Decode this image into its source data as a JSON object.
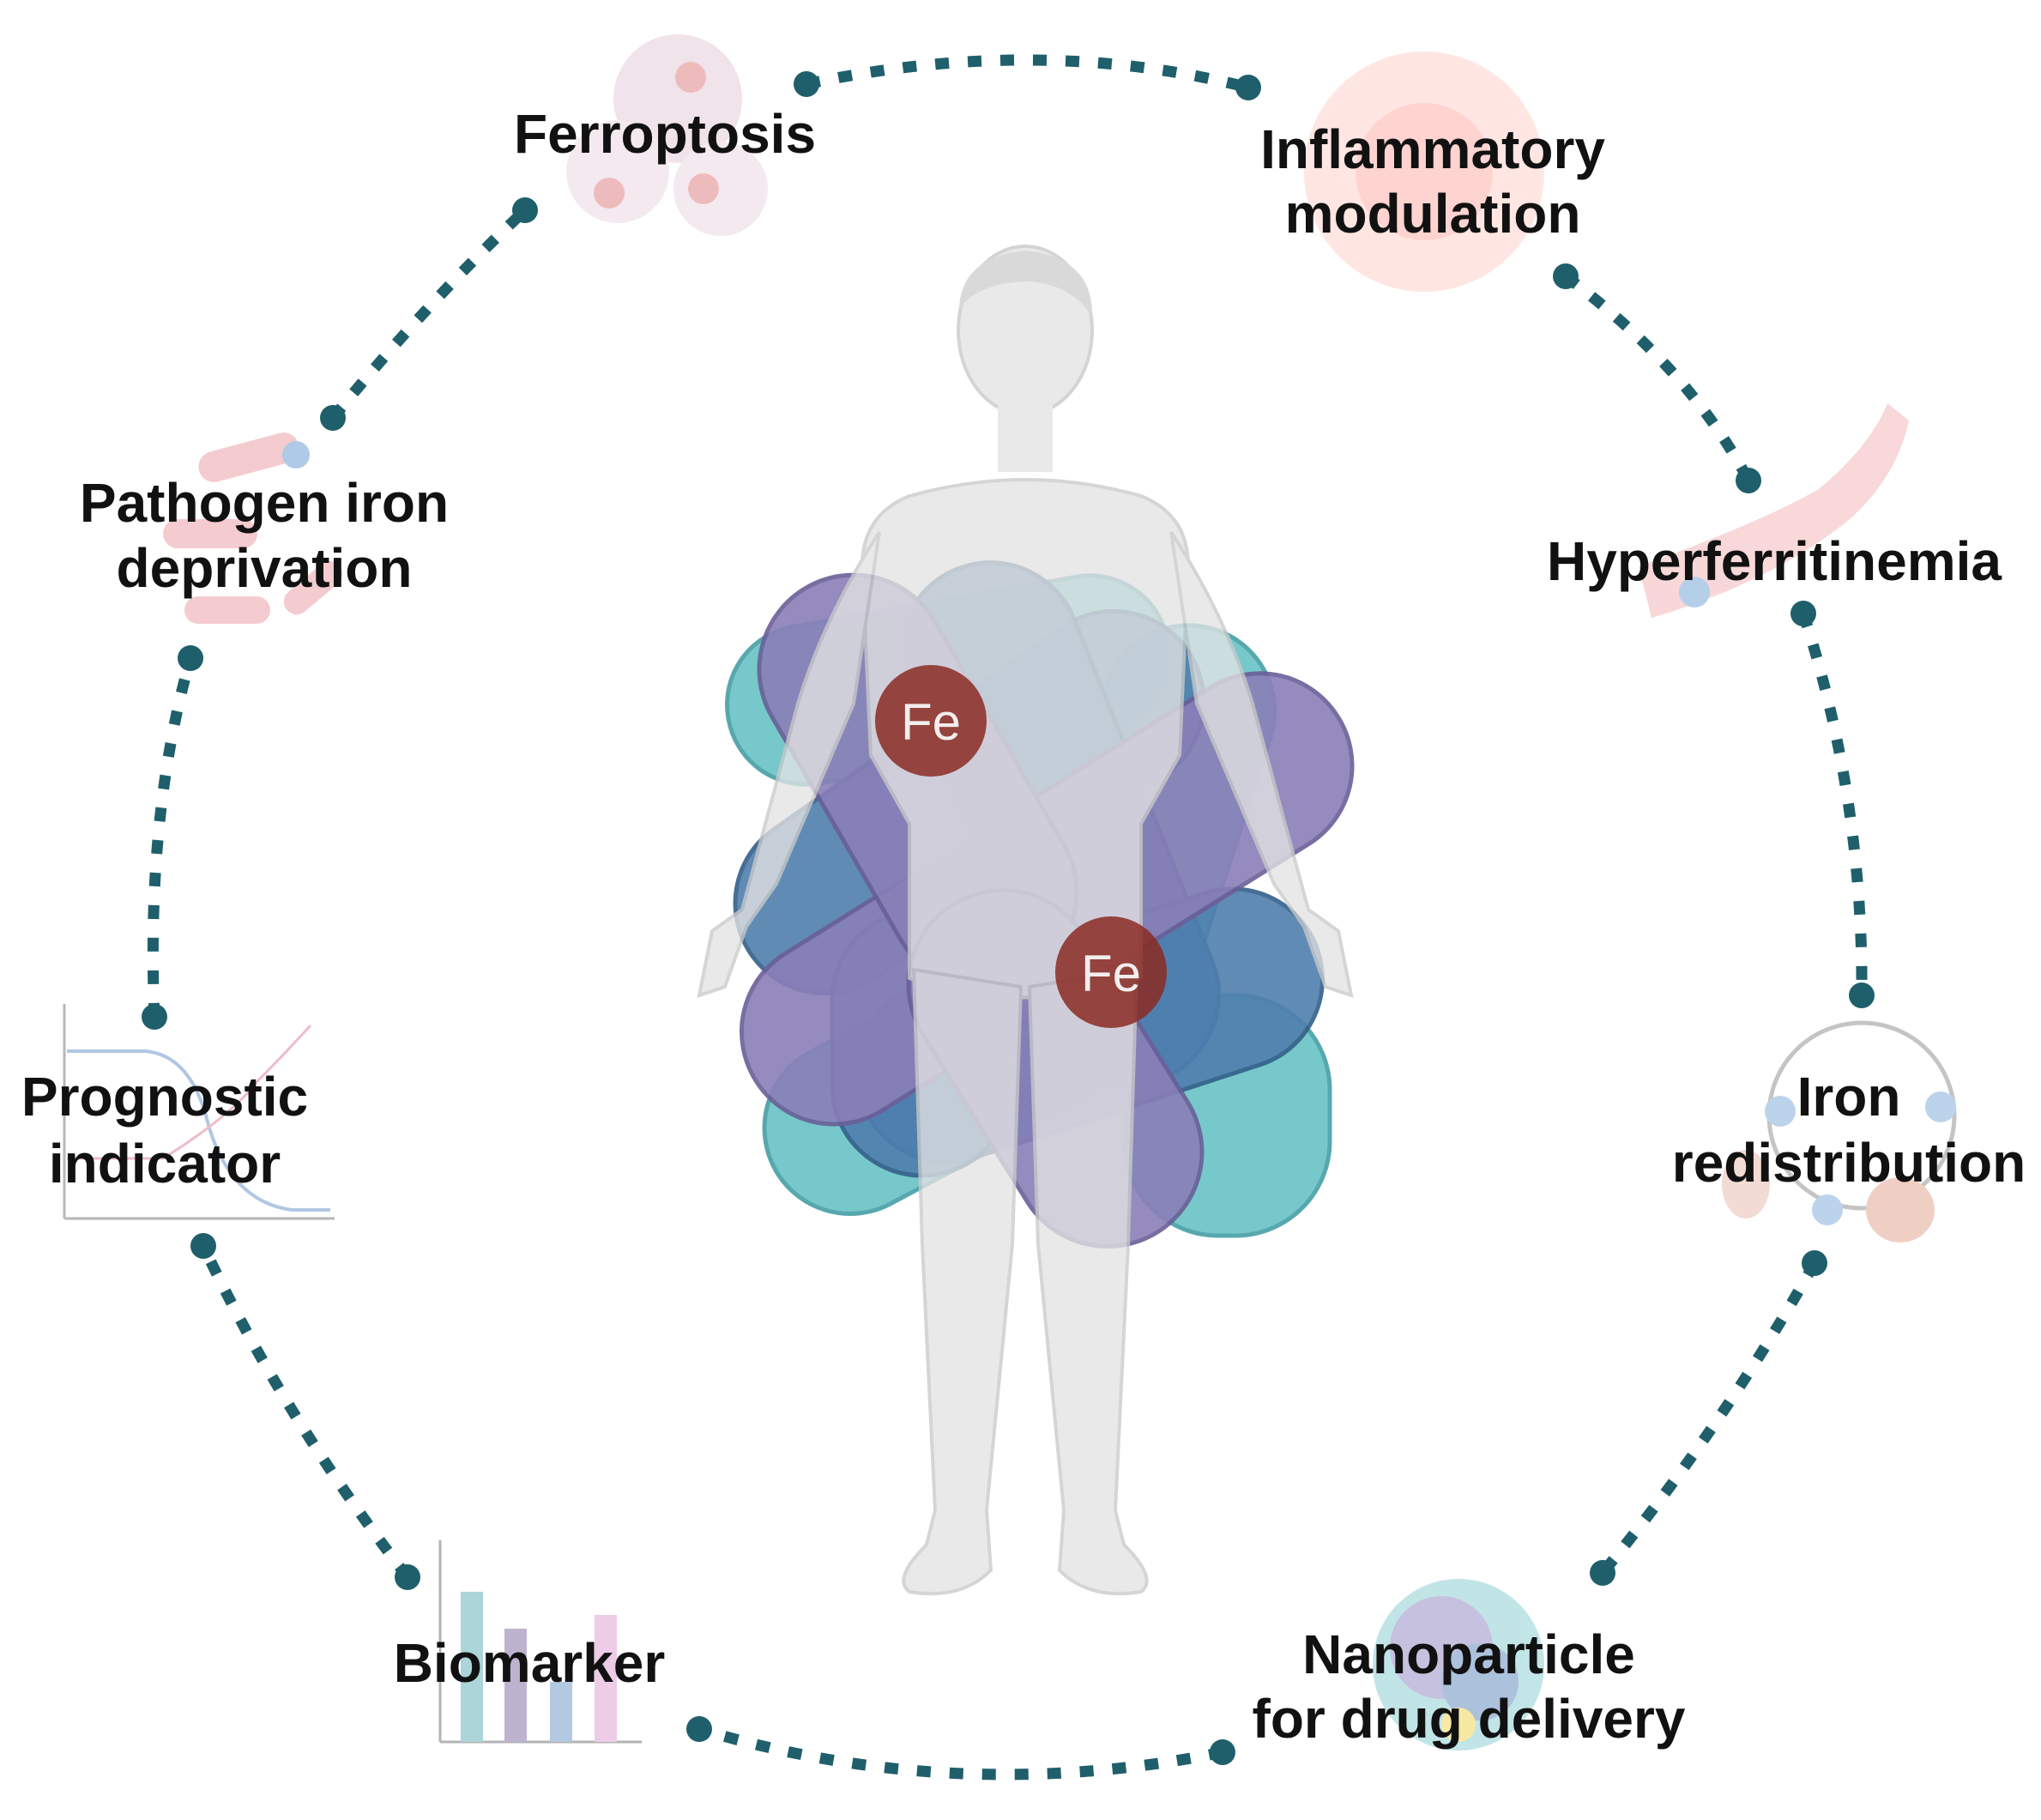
{
  "labels": {
    "ferroptosis": "Ferroptosis",
    "inflammatory_line1": "Inflammatory",
    "inflammatory_line2": "modulation",
    "hyperferritinemia": "Hyperferritinemia",
    "iron_redistribution_line1": "Iron",
    "iron_redistribution_line2": "redistribution",
    "nanoparticle_line1": "Nanoparticle",
    "nanoparticle_line2": "for drug delivery",
    "biomarker": "Biomarker",
    "prognostic_line1": "Prognostic",
    "prognostic_line2": "indicator",
    "pathogen_line1": "Pathogen iron",
    "pathogen_line2": "deprivation"
  },
  "center": {
    "fe_upper": "Fe",
    "fe_lower": "Fe"
  },
  "colors": {
    "connector": "#1f5f6b",
    "teal": "#5fbfc3",
    "blue": "#4f7fae",
    "purple": "#8a7fb8",
    "body": "#e4e4e4",
    "iron": "#8b2a22"
  }
}
